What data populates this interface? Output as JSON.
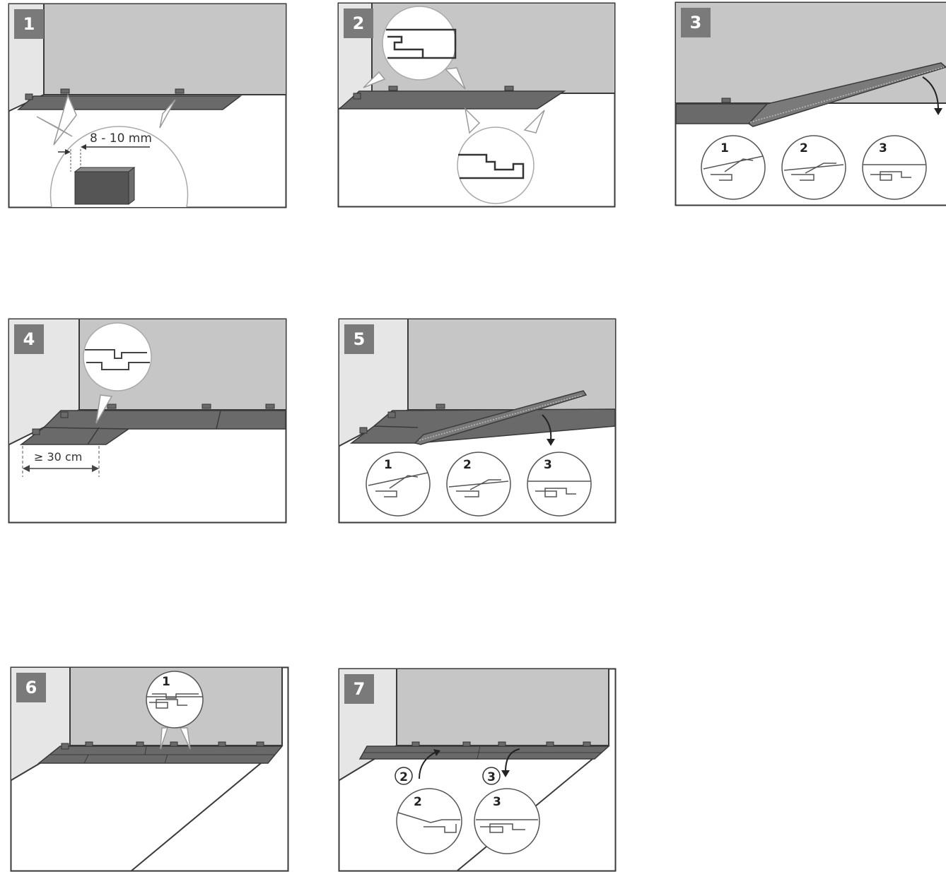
{
  "steps": [
    {
      "number": "1",
      "dimension": "8 - 10 mm"
    },
    {
      "number": "2"
    },
    {
      "number": "3",
      "sequence": [
        "1",
        "2",
        "3"
      ]
    },
    {
      "number": "4",
      "dimension": "≥ 30 cm"
    },
    {
      "number": "5",
      "sequence": [
        "1",
        "2",
        "3"
      ]
    },
    {
      "number": "6",
      "sequence": [
        "1"
      ]
    },
    {
      "number": "7",
      "sequence": [
        "2",
        "3"
      ]
    }
  ],
  "colors": {
    "wall": "#c6c6c6",
    "side_wall": "#e6e6e6",
    "plank": "#6a6a6a",
    "outline": "#3a3a3a",
    "badge": "#7a7a7a"
  },
  "icons": [
    "spacer-icon",
    "joint-detail-icon",
    "rotate-arrow-icon",
    "double-arrow-icon"
  ]
}
